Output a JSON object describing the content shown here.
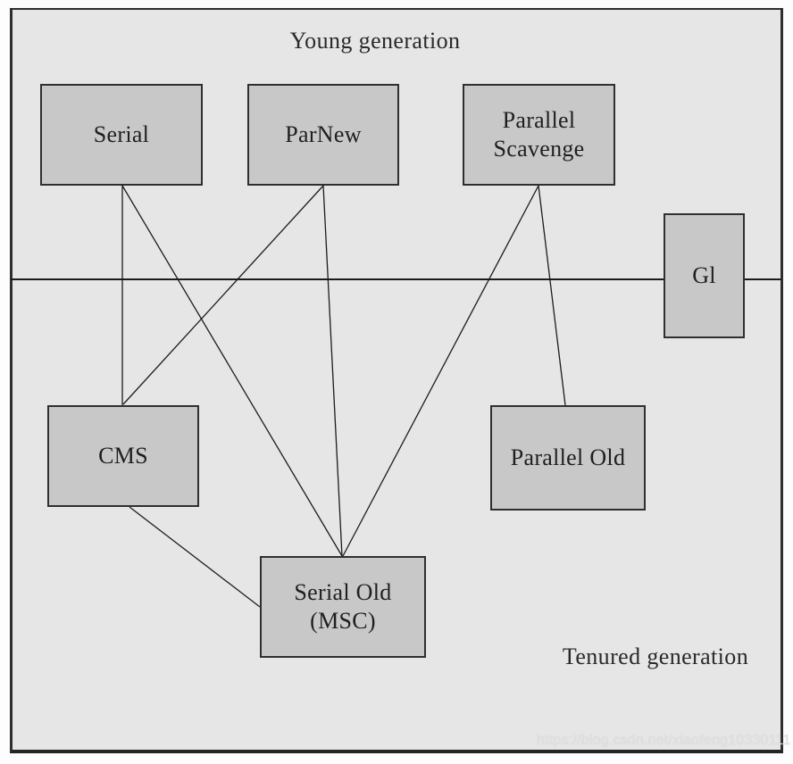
{
  "diagram": {
    "young_generation_label": "Young generation",
    "tenured_generation_label": "Tenured generation",
    "watermark": "https://blog.csdn.net/xiaofeng10330111",
    "nodes": {
      "serial": {
        "label": "Serial"
      },
      "parnew": {
        "label": "ParNew"
      },
      "parallel_scavenge": {
        "line1": "Parallel",
        "line2": "Scavenge"
      },
      "g1": {
        "label": "Gl"
      },
      "cms": {
        "label": "CMS"
      },
      "parallel_old": {
        "label": "Parallel Old"
      },
      "serial_old": {
        "line1": "Serial Old",
        "line2": "(MSC)"
      }
    },
    "edges": [
      {
        "from": "Serial",
        "to": "CMS"
      },
      {
        "from": "Serial",
        "to": "Serial Old (MSC)"
      },
      {
        "from": "ParNew",
        "to": "CMS"
      },
      {
        "from": "ParNew",
        "to": "Serial Old (MSC)"
      },
      {
        "from": "Parallel Scavenge",
        "to": "Serial Old (MSC)"
      },
      {
        "from": "Parallel Scavenge",
        "to": "Parallel Old"
      },
      {
        "from": "CMS",
        "to": "Serial Old (MSC)"
      }
    ],
    "colors": {
      "canvas_background": "#e6e6e6",
      "node_fill": "#c8c8c8",
      "node_border": "#2f2f2f",
      "edge_line": "#1c1c1c",
      "watermark_text": "#e1e1e1"
    }
  }
}
